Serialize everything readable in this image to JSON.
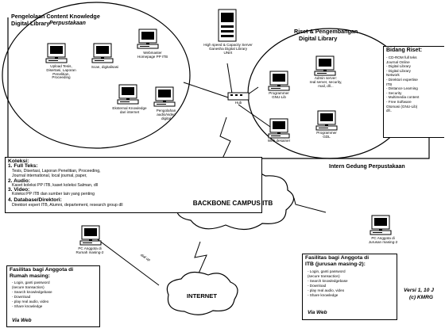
{
  "top_left": {
    "title_line1": "Pengelolaan Content Knowledge",
    "title_line2": "Digital Library",
    "title_overlay": "Perpustakaan",
    "nodes": [
      {
        "label": "Upload Tesis,\nDisertasi, Laporan\nPenelitian,\nProceeding"
      },
      {
        "label": "Scan, digitalisasi"
      },
      {
        "label": "Webmaster\nHomepage PP ITB"
      },
      {
        "label": "Eksternal Knowledge\ndari internet"
      },
      {
        "label": "Pengolahan\naudio/video\ndigital"
      }
    ]
  },
  "server": {
    "label": "High speed & Capacity Server\nGanesha Digital Library\nUNIX"
  },
  "hub": {
    "label": "Hub"
  },
  "research": {
    "title_line1": "Riset & Pengembangan",
    "title_line2": "Digital Library",
    "nodes": [
      {
        "label": "Programmer\nGNU-Lib"
      },
      {
        "label": "Admin server:\nreal server, security,\nmail, dll..."
      },
      {
        "label": "Web desainer"
      },
      {
        "label": "Programmer\nGDL"
      }
    ]
  },
  "bidang_riset": {
    "title": "Bidang Riset:",
    "items": [
      "- CD-ROM full teks",
      "Journal Online",
      "- Digital Library",
      "- Digital Library",
      "Network",
      "- Direktori expertise",
      "ITB",
      "- Distance Learning",
      "- Security",
      "- Multimedia content",
      "- Free Software",
      "Otomasi (GNU-Lib)",
      "dll.."
    ]
  },
  "intern_label": "Intern Gedung Perpustakaan",
  "koleksi": {
    "title": "Koleksi:",
    "sections": [
      {
        "heading": "1. Full Teks:",
        "lines": [
          "Tesis, Disertasi, Laporan Penelitian, Proceeding,",
          "Journal international, local journal, paper,"
        ]
      },
      {
        "heading": "2. Audio:",
        "lines": [
          "Kaset koleksi PP ITB, kaset koleksi Salman, dll"
        ]
      },
      {
        "heading": "3. Video:",
        "lines": [
          "Koleksi PP ITB dan sumber lain yang penting"
        ]
      },
      {
        "heading": "4. Database/Direktori:",
        "lines": [
          "Direktori expert ITB, Alumni, departement, research group dll"
        ]
      }
    ]
  },
  "backbone": {
    "label": "BACKBONE CAMPUS ITB"
  },
  "internet": {
    "label": "INTERNET"
  },
  "pc_home": {
    "label": "PC Anggota di\nRumah masing-2"
  },
  "dialup": {
    "label": "dial up"
  },
  "pc_dept": {
    "label": "PC Anggota di\nJurusan masing-2"
  },
  "fasilitas_home": {
    "title_line1": "Fasilitas bagi Anggota di",
    "title_line2": "Rumah masing:",
    "items": [
      "- Login, ganti password",
      "(secure transaction)",
      "- Search knowledgebase",
      "- Download",
      "- play real audio, video",
      "- Share knowledge"
    ],
    "footer": "Via Web"
  },
  "fasilitas_dept": {
    "title_line1": "Fasilitas bagi Anggota di",
    "title_line2": "ITB (jurusan masing-2):",
    "items": [
      "- Login, ganti password",
      "(secure transaction)",
      "- Search knowledgebase",
      "- Download",
      "- play real audio, video",
      "- Share knowledge"
    ],
    "footer": "Via Web"
  },
  "version": {
    "line1": "Versi 1, 10 J",
    "line2": "(c) KMRG"
  }
}
